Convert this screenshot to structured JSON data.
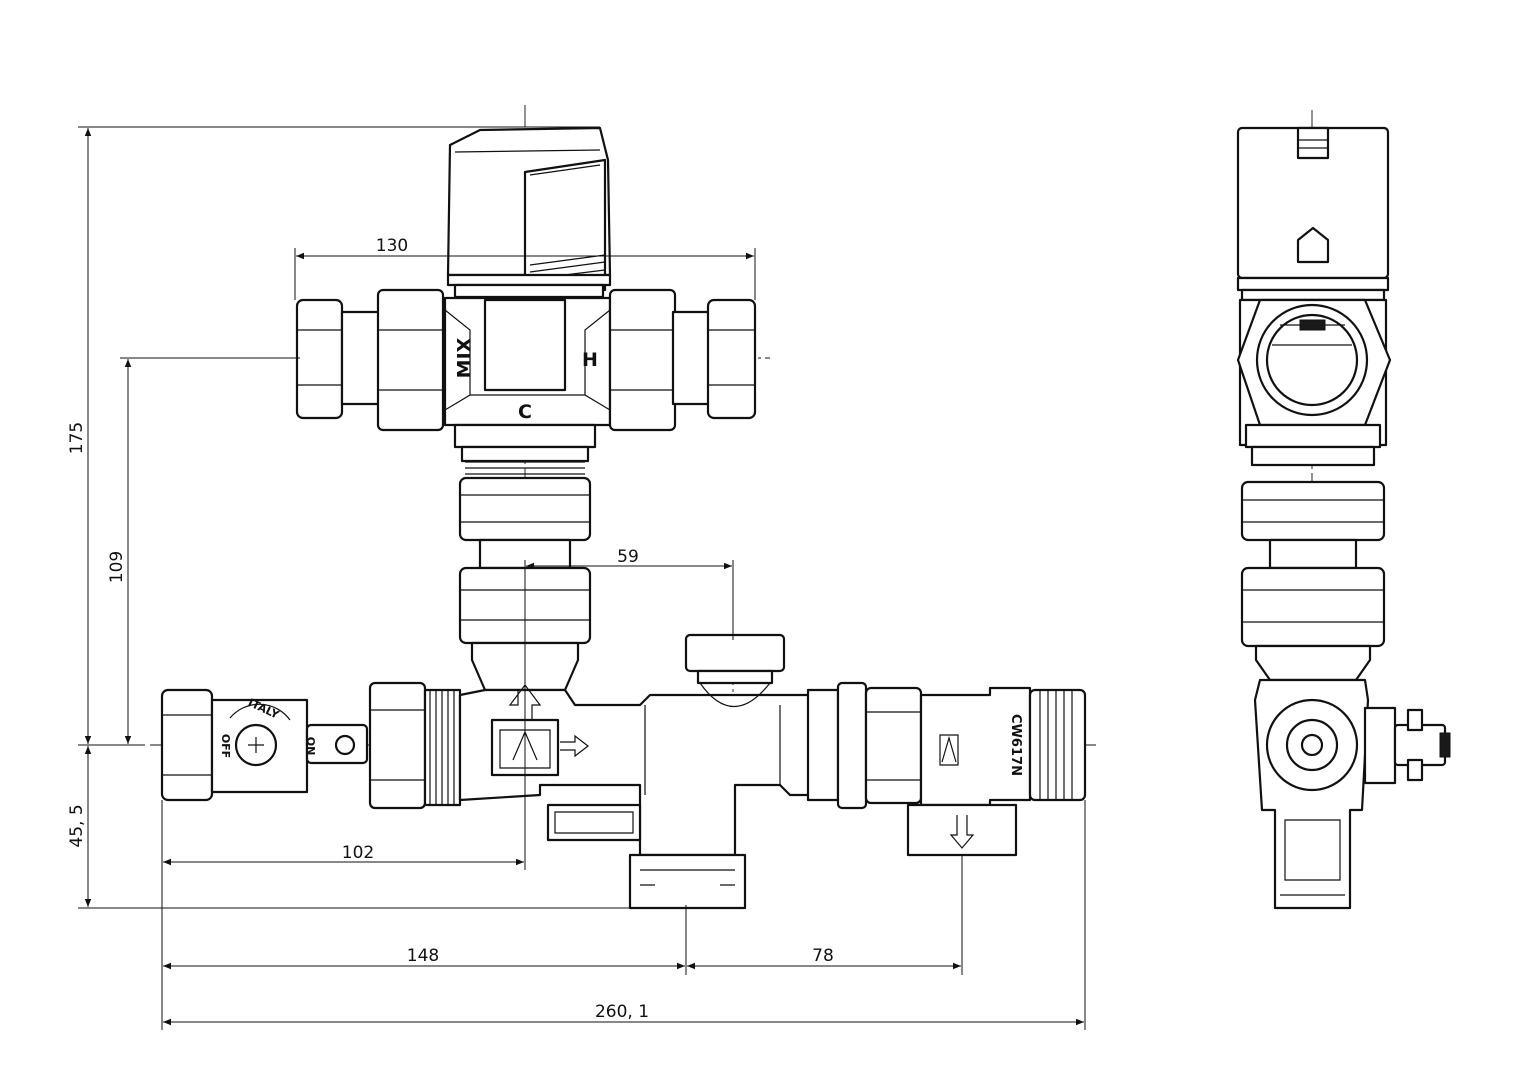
{
  "dimensions": {
    "overall_height": "175",
    "mix_outlet_height": "109",
    "lower_height": "45, 5",
    "valve_width": "130",
    "branch_offset": "59",
    "inlet_to_mixer": "102",
    "inlet_to_tee": "148",
    "tee_to_drain": "78",
    "overall_length": "260, 1"
  },
  "port_labels": {
    "mix": "MIX",
    "hot": "H",
    "cold": "C"
  },
  "ball_valve": {
    "off": "OFF",
    "on": "ON",
    "origin": "ITALY"
  },
  "material_mark": "CW617N",
  "colors": {
    "line": "#111111",
    "background": "#ffffff"
  }
}
